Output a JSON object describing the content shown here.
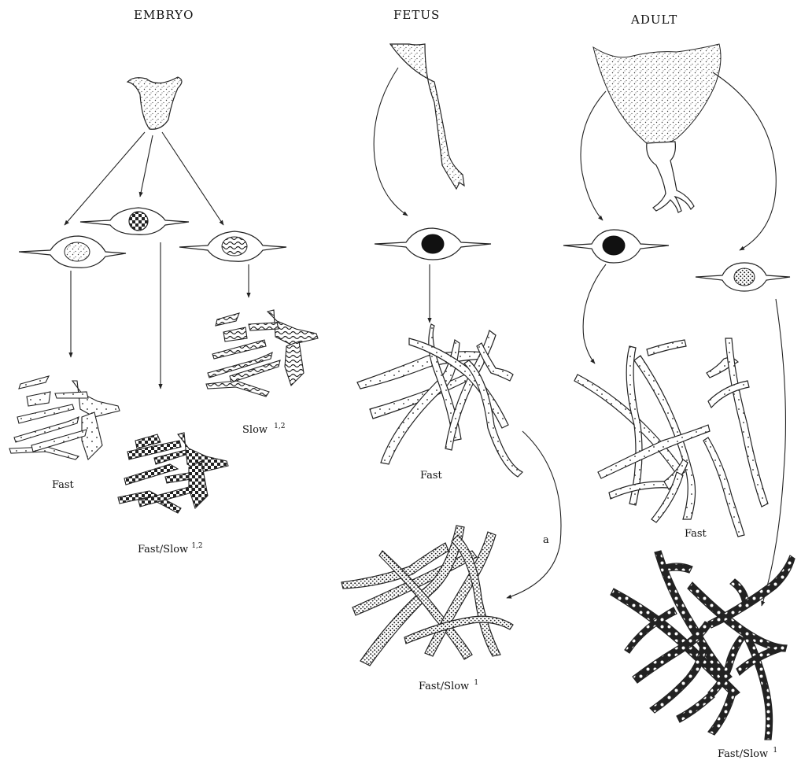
{
  "stages": {
    "embryo": "EMBRYO",
    "fetus": "FETUS",
    "adult": "ADULT"
  },
  "labels": {
    "embryo_fast": "Fast",
    "embryo_fastslow": "Fast/Slow",
    "embryo_fastslow_sup": "1,2",
    "embryo_slow": "Slow",
    "embryo_slow_sup": "1,2",
    "fetus_fast": "Fast",
    "fetus_fastslow": "Fast/Slow",
    "fetus_fastslow_sup": "1",
    "fetus_arrow_a": "a",
    "adult_fast": "Fast",
    "adult_fastslow": "Fast/Slow",
    "adult_fastslow_sup": "1"
  },
  "colors": {
    "ink": "#222222",
    "paper": "#ffffff"
  }
}
